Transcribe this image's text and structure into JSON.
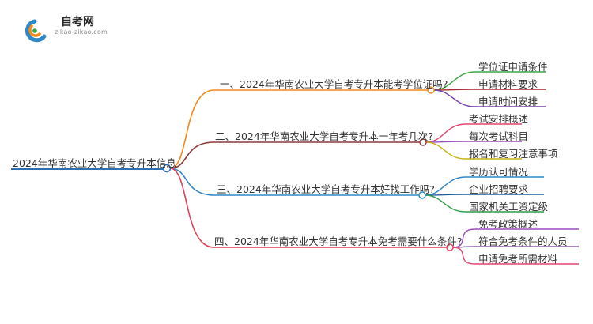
{
  "brand": {
    "name": "自考网",
    "url": "zikao-zikao.com"
  },
  "root": {
    "label": "2024年华南农业大学自考专升本信息",
    "color": "#2f6db5"
  },
  "branches": [
    {
      "label": "一、2024年华南农业大学自考专升本能考学位证吗?",
      "color": "#f08a1c",
      "children": [
        {
          "label": "学位证申请条件",
          "color": "#3aa845"
        },
        {
          "label": "申请材料要求",
          "color": "#a82a2a"
        },
        {
          "label": "申请时间安排",
          "color": "#7b3fb0"
        }
      ]
    },
    {
      "label": "二、2024年华南农业大学自考专升本一年考几次?",
      "color": "#8b3a3a",
      "children": [
        {
          "label": "考试安排概述",
          "color": "#e3456e"
        },
        {
          "label": "每次考试科目",
          "color": "#9c4fc0"
        },
        {
          "label": "报名和复习注意事项",
          "color": "#c7b316"
        }
      ]
    },
    {
      "label": "三、2024年华南农业大学自考专升本好找工作吗?",
      "color": "#2f88c8",
      "children": [
        {
          "label": "学历认可情况",
          "color": "#2f88c8"
        },
        {
          "label": "企业招聘要求",
          "color": "#1f5fa0"
        },
        {
          "label": "国家机关工资定级",
          "color": "#2e9c48"
        }
      ]
    },
    {
      "label": "四、2024年华南农业大学自考专升本免考需要什么条件?",
      "color": "#e0405a",
      "children": [
        {
          "label": "免考政策概述",
          "color": "#9c4fc0"
        },
        {
          "label": "符合免考条件的人员",
          "color": "#8b5fb0"
        },
        {
          "label": "申请免考所需材料",
          "color": "#e3456e"
        }
      ]
    }
  ]
}
